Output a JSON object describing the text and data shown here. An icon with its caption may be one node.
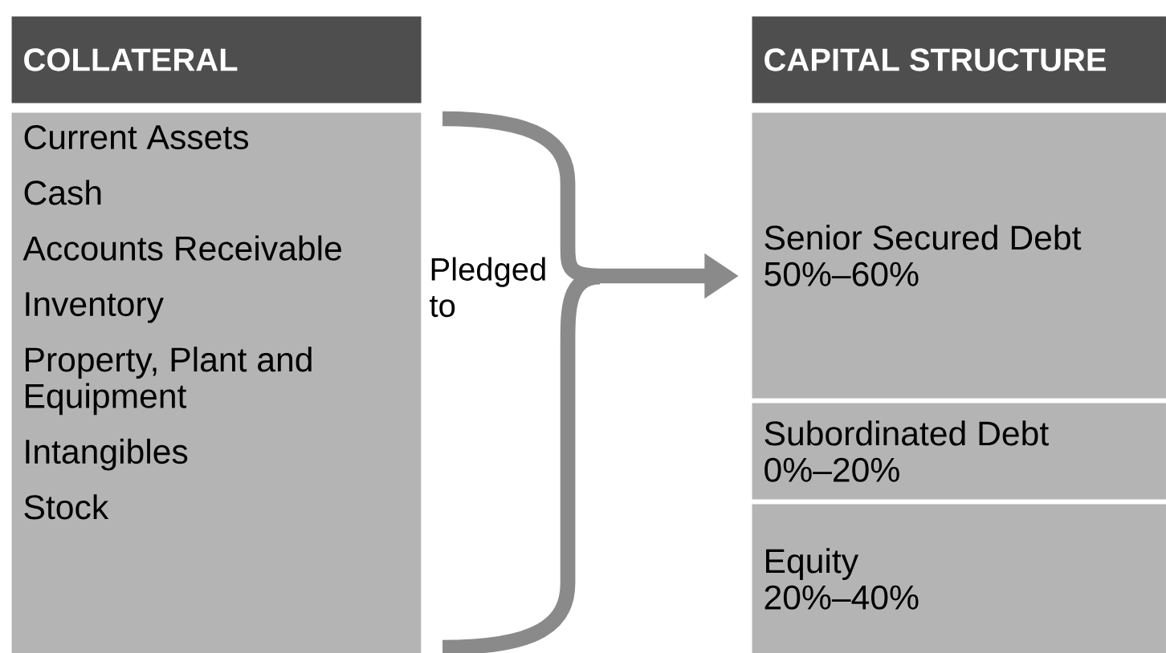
{
  "diagram": {
    "nodes": [
      {
        "text": [
          "COLLATERAL"
        ]
      },
      {
        "text": [
          "Current Assets",
          "Cash",
          "Accounts Receivable",
          "Inventory",
          "Property, Plant and Equipment",
          "Intangibles",
          "Stock"
        ]
      },
      {
        "text": [
          "CAPITAL STRUCTURE"
        ]
      },
      {
        "text": [
          "Senior Secured Debt",
          "50%–60%"
        ]
      },
      {
        "text": [
          "Subordinated Debt",
          "0%–20%"
        ]
      },
      {
        "text": [
          "Equity",
          "20%–40%"
        ]
      }
    ],
    "edges": [
      {
        "from": 1,
        "to": 3,
        "arrow": "to",
        "label": "Pledged to"
      }
    ]
  }
}
